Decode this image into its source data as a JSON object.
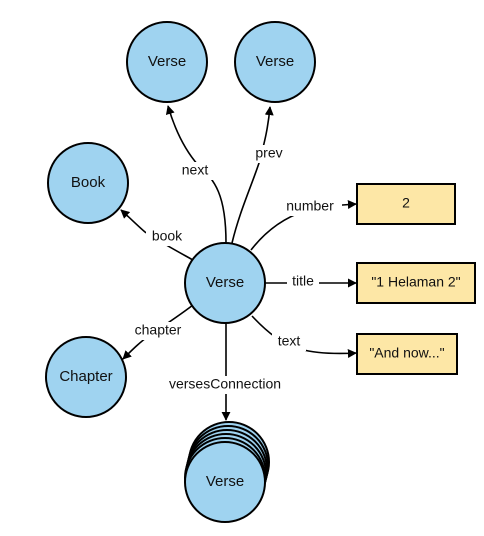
{
  "colors": {
    "node_fill": "#9fd3f0",
    "value_fill": "#fde7a6",
    "stroke": "#000000"
  },
  "nodes": {
    "center": "Verse",
    "next_target": "Verse",
    "prev_target": "Verse",
    "book_target": "Book",
    "chapter_target": "Chapter",
    "connection_target": "Verse"
  },
  "edges": {
    "next": "next",
    "prev": "prev",
    "book": "book",
    "chapter": "chapter",
    "number": "number",
    "title": "title",
    "text": "text",
    "versesConnection": "versesConnection"
  },
  "values": {
    "number": "2",
    "title": "\"1 Helaman 2\"",
    "text": "\"And now...\""
  }
}
